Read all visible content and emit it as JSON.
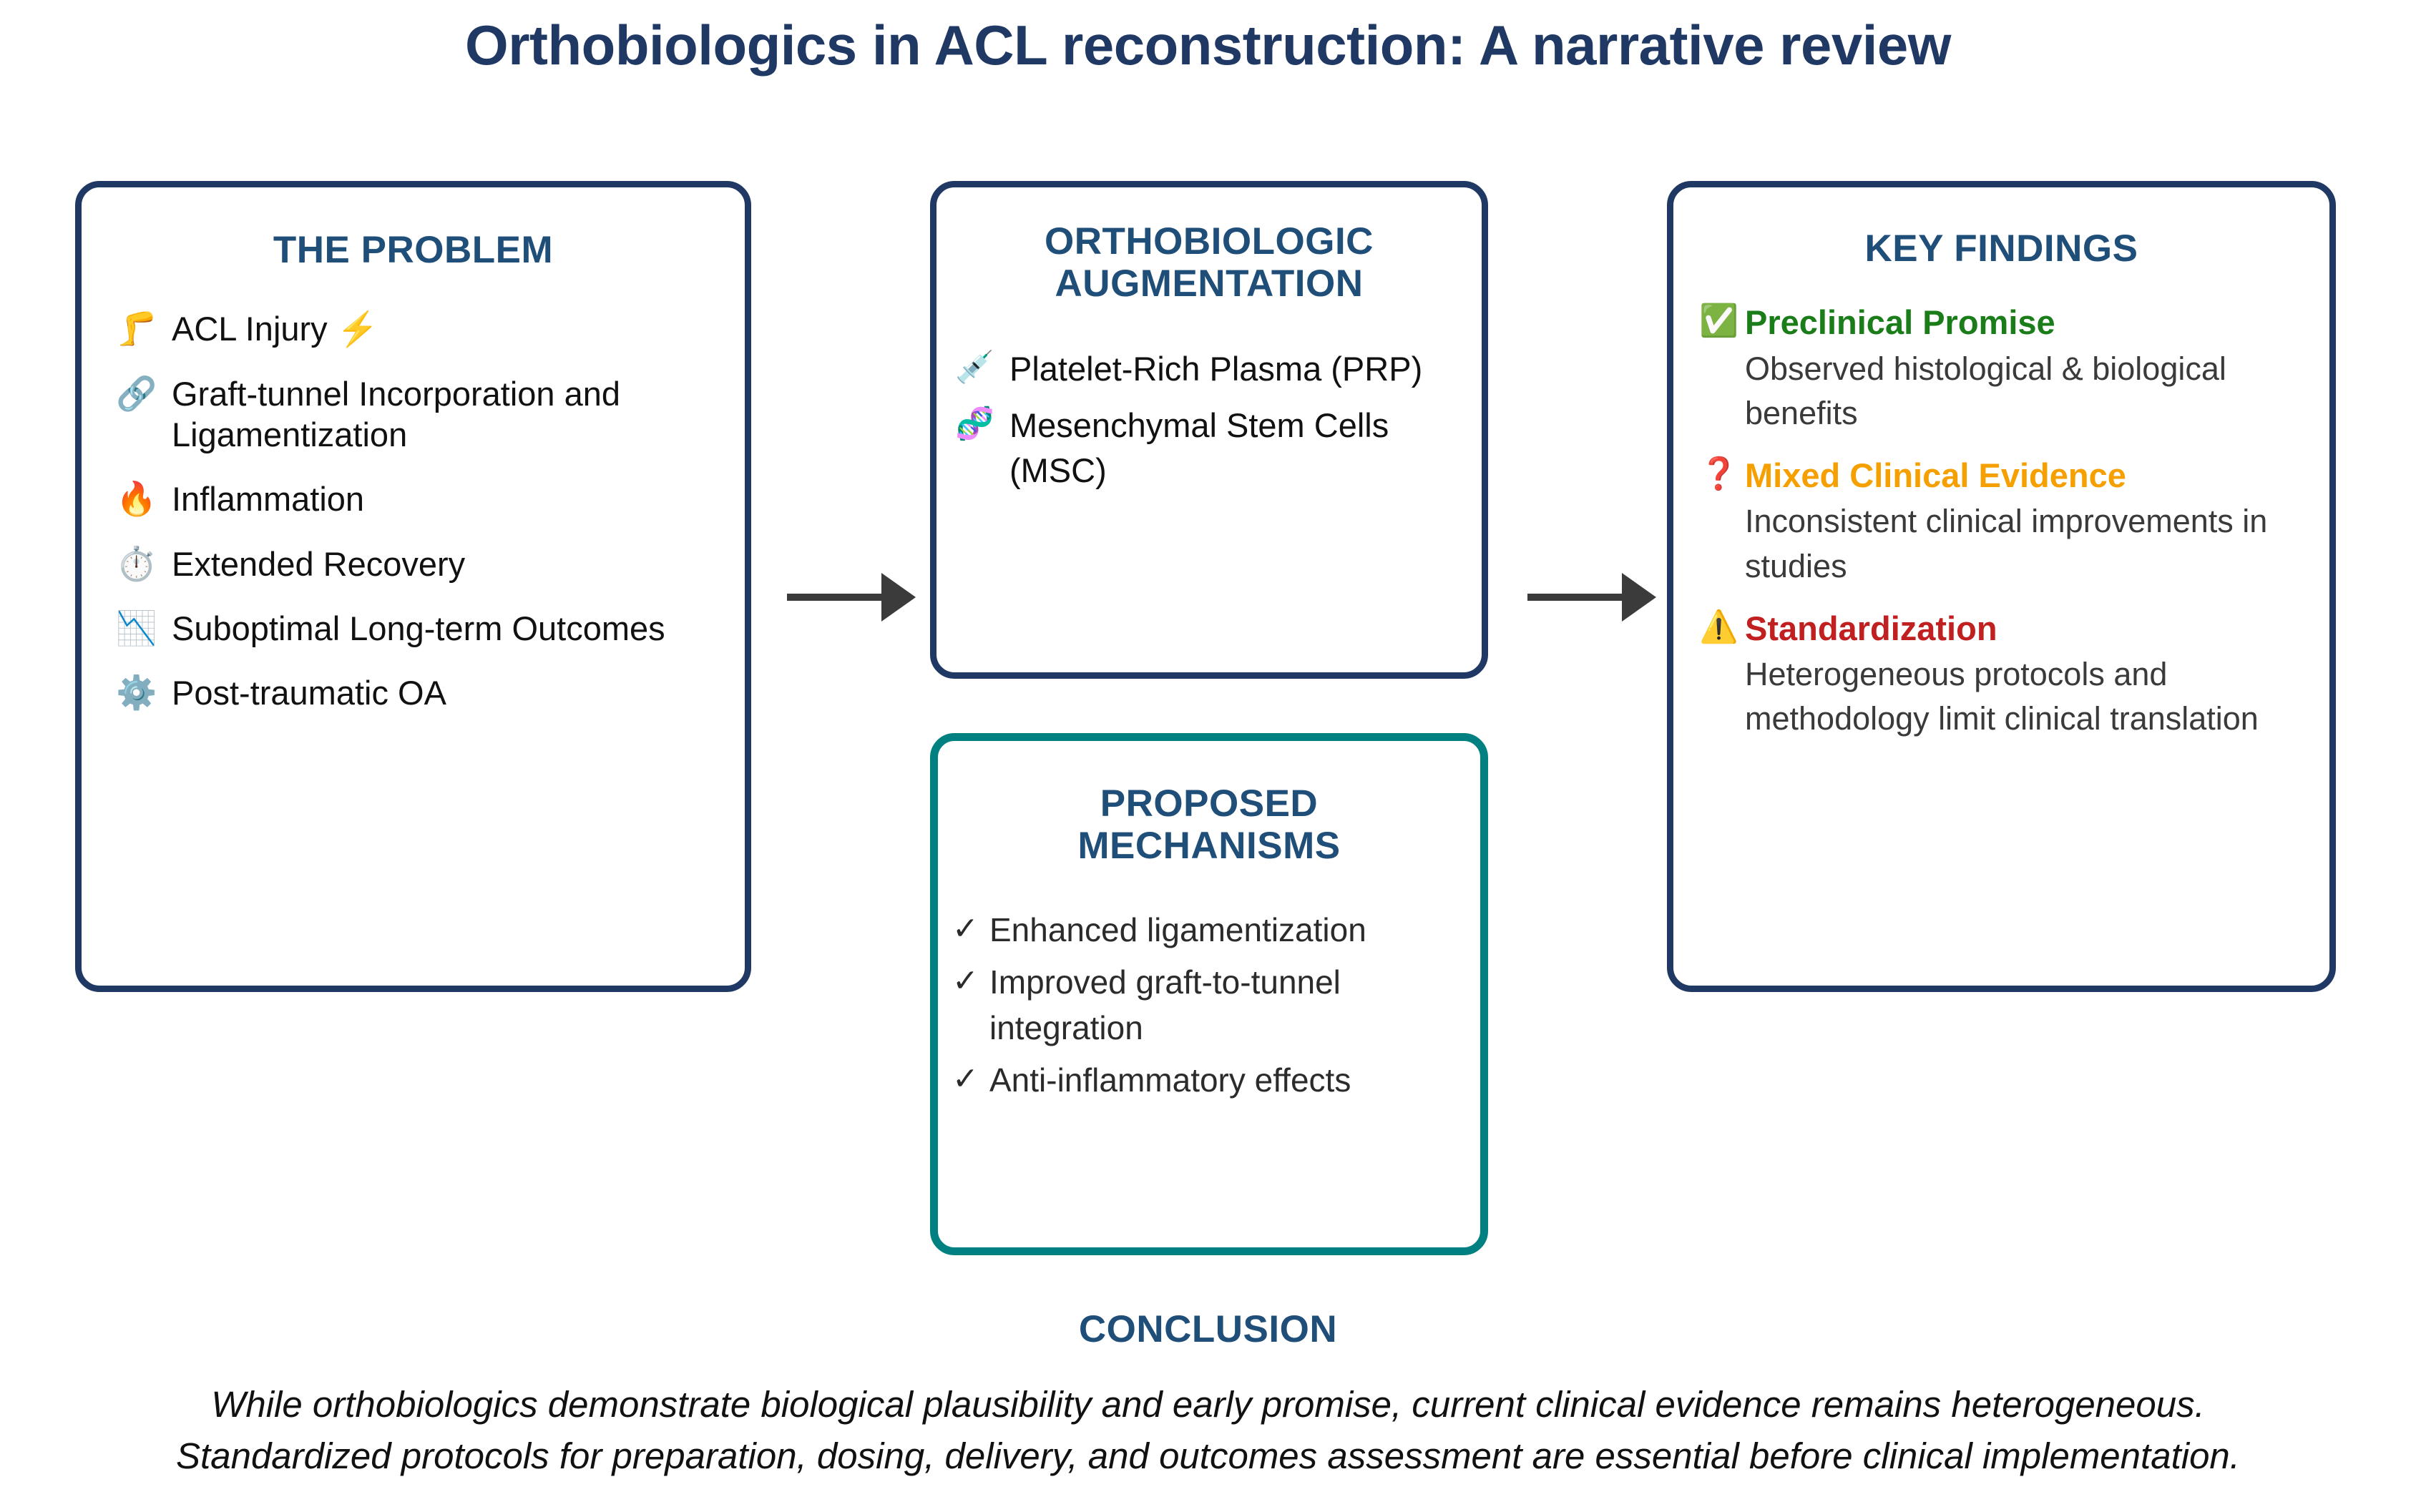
{
  "title": "Orthobiologics in ACL reconstruction: A narrative review",
  "colors": {
    "title": "#1F3864",
    "box_border_navy": "#1F3864",
    "box_border_teal": "#008080",
    "heading": "#1F4E79",
    "arrow": "#3B3B3B",
    "green": "#1A7D1A",
    "orange": "#F5A000",
    "red": "#C0201F"
  },
  "problem": {
    "heading": "THE PROBLEM",
    "items": [
      {
        "icon": "leg-emoji",
        "glyph": "🦵",
        "text": "ACL Injury ⚡",
        "label": "ACL Injury"
      },
      {
        "icon": "chain-link-emoji",
        "glyph": "🔗",
        "text": "Graft-tunnel Incorporation and Ligamentization",
        "label": "Graft-tunnel Incorporation and Ligamentization"
      },
      {
        "icon": "fire-emoji",
        "glyph": "🔥",
        "text": "Inflammation",
        "label": "Inflammation"
      },
      {
        "icon": "stopwatch-emoji",
        "glyph": "⏱️",
        "text": "Extended Recovery",
        "label": "Extended Recovery"
      },
      {
        "icon": "chart-decreasing-emoji",
        "glyph": "📉",
        "text": "Suboptimal Long-term Outcomes",
        "label": "Suboptimal Long-term Outcomes"
      },
      {
        "icon": "gear-emoji",
        "glyph": "⚙️",
        "text": "Post-traumatic OA",
        "label": "Post-traumatic OA"
      }
    ]
  },
  "augmentation": {
    "heading_line1": "ORTHOBIOLOGIC",
    "heading_line2": "AUGMENTATION",
    "items": [
      {
        "icon": "syringe-emoji",
        "glyph": "💉",
        "text": "Platelet-Rich Plasma (PRP)"
      },
      {
        "icon": "dna-emoji",
        "glyph": "🧬",
        "text": "Mesenchymal Stem Cells (MSC)"
      }
    ]
  },
  "mechanisms": {
    "heading_line1": "PROPOSED",
    "heading_line2": "MECHANISMS",
    "check_glyph": "✓",
    "items": [
      {
        "text": "Enhanced ligamentization"
      },
      {
        "text": "Improved graft-to-tunnel integration"
      },
      {
        "text": "Anti-inflammatory effects"
      }
    ]
  },
  "findings": {
    "heading": "KEY FINDINGS",
    "items": [
      {
        "icon": "green-check-emoji",
        "glyph": "✅",
        "title": "Preclinical Promise",
        "title_color_class": "c-green",
        "description": "Observed histological & biological benefits"
      },
      {
        "icon": "question-mark-emoji",
        "glyph": "❓",
        "title": "Mixed Clinical Evidence",
        "title_color_class": "c-orange",
        "description": "Inconsistent clinical improvements in studies"
      },
      {
        "icon": "warning-triangle-emoji",
        "glyph": "⚠️",
        "title": "Standardization",
        "title_color_class": "c-red",
        "description": "Heterogeneous protocols and methodology limit clinical translation"
      }
    ]
  },
  "conclusion": {
    "heading": "CONCLUSION",
    "line1": "While orthobiologics demonstrate biological plausibility and early promise, current clinical evidence remains heterogeneous.",
    "line2": "Standardized protocols for preparation, dosing, delivery, and outcomes assessment are essential before clinical implementation."
  },
  "arrows": {
    "arrow1_label": "problem-to-augmentation-arrow",
    "arrow2_label": "augmentation-to-findings-arrow"
  }
}
